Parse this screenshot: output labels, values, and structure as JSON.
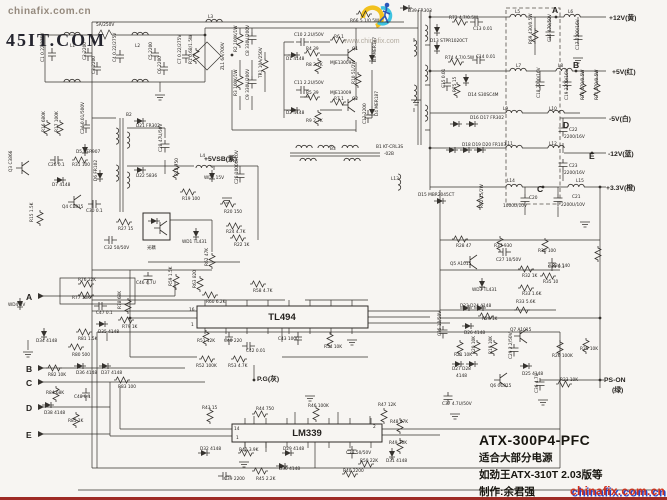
{
  "watermarks": {
    "top_left": "chinafix.com.cn",
    "center": "www.chinafix.com",
    "bottom_right": "chinafix.com.cn"
  },
  "brand": {
    "site": "45IT.COM"
  },
  "title_block": {
    "model": "ATX-300P4-PFC",
    "line1": "适合大部分电源",
    "line2": "如劲王ATX-310T 2.03版等",
    "line3": "制作:余君强"
  },
  "ics": {
    "pwm": "TL494",
    "comparator": "LM339"
  },
  "colors": {
    "ink": "#35322e",
    "bg": "#f7f5f2",
    "brand_red": "#d2321e",
    "brand_blue": "#2a46c8",
    "watermark": "#958a7e",
    "logo_yellow": "#f2c11d",
    "logo_cyan": "#3ec3e0",
    "logo_blue": "#2b57b8"
  },
  "schematic": {
    "rail_labels": [
      [
        "+12V(黄)",
        609,
        20
      ],
      [
        "+5V(红)",
        612,
        74
      ],
      [
        "-5V(白)",
        609,
        121
      ],
      [
        "-12V(蓝)",
        608,
        156
      ],
      [
        "+3.3V(橙)",
        606,
        190
      ],
      [
        "+5VSB(紫)",
        204,
        161
      ],
      [
        "PS-ON",
        604,
        382
      ],
      [
        "(绿)",
        612,
        392
      ],
      [
        "P.G(灰)",
        257,
        381
      ]
    ],
    "point_letters": [
      [
        "A",
        26,
        300
      ],
      [
        "B",
        26,
        372
      ],
      [
        "C",
        26,
        386
      ],
      [
        "D",
        26,
        411
      ],
      [
        "E",
        26,
        438
      ],
      [
        "A",
        552,
        13
      ],
      [
        "B",
        573,
        68
      ],
      [
        "D",
        563,
        128
      ],
      [
        "E",
        589,
        159
      ],
      [
        "C",
        537,
        192
      ]
    ],
    "component_labels": [
      [
        "C1 0.22/275V",
        44,
        62,
        270
      ],
      [
        "L1",
        70,
        47
      ],
      [
        "C2 2200",
        86,
        60,
        270
      ],
      [
        "C3 2200",
        95,
        74,
        270
      ],
      [
        "5A/250V",
        96,
        26
      ],
      [
        "C4 0.22/275V",
        116,
        62,
        270
      ],
      [
        "L2",
        135,
        47
      ],
      [
        "C5 2200",
        152,
        60,
        270
      ],
      [
        "C6 2200",
        161,
        74,
        270
      ],
      [
        "C7 0.22/275V",
        181,
        64,
        270
      ],
      [
        "R1 0.68/1.5W",
        192,
        64,
        270
      ],
      [
        "L3",
        208,
        18
      ],
      [
        "ZL1 6A/700V",
        224,
        70,
        270
      ],
      [
        "R2 100K/1W",
        237,
        52,
        270
      ],
      [
        "C8 330U/200V",
        249,
        56,
        270
      ],
      [
        "TR1 10A/250V",
        262,
        78,
        270
      ],
      [
        "R3 100K/1W",
        237,
        96,
        270
      ],
      [
        "C9 330U/200V",
        249,
        100,
        270
      ],
      [
        "C10 2.2U/50V",
        294,
        36
      ],
      [
        "D1 4148",
        286,
        60
      ],
      [
        "R4 39",
        306,
        50
      ],
      [
        "R6 1",
        334,
        38
      ],
      [
        "R8 2.7K",
        306,
        66
      ],
      [
        "Q1",
        352,
        50
      ],
      [
        "MJE13009",
        330,
        64
      ],
      [
        "D3 MER187",
        376,
        62,
        270
      ],
      [
        "C11 2.2U/50V",
        294,
        84
      ],
      [
        "R5 39",
        306,
        94
      ],
      [
        "D2 4148",
        286,
        114
      ],
      [
        "R7 1",
        334,
        100
      ],
      [
        "R9 2.7K",
        306,
        122
      ],
      [
        "Q2",
        352,
        100
      ],
      [
        "MJE13009",
        330,
        94
      ],
      [
        "D4 MER187",
        378,
        116,
        270
      ],
      [
        "R10 51/2W",
        355,
        84,
        270
      ],
      [
        "C12 2200",
        366,
        124,
        270
      ],
      [
        "B1 KT-CRL3S",
        376,
        148
      ],
      [
        "-02B",
        384,
        155
      ],
      [
        "B3",
        330,
        150
      ],
      [
        "L13",
        391,
        180
      ],
      [
        "D15 MBR2045CT",
        418,
        196
      ],
      [
        "D39 FR303",
        408,
        12
      ],
      [
        "R66 5.1/0.5W",
        350,
        22
      ],
      [
        "R73 4.7/0.5W",
        449,
        19
      ],
      [
        "C13 0.01",
        473,
        30
      ],
      [
        "D13 STPR1020CT",
        430,
        42
      ],
      [
        "R74 4.7/0.5W",
        445,
        59
      ],
      [
        "C14 0.01",
        476,
        58
      ],
      [
        "C15 0.01",
        445,
        88,
        270
      ],
      [
        "R75 15",
        456,
        92,
        270
      ],
      [
        "D14 S30SC4M",
        468,
        96
      ],
      [
        "D16 D17 FR302",
        470,
        119
      ],
      [
        "D18 D19 D20 FR103",
        462,
        146
      ],
      [
        "L5",
        515,
        13
      ],
      [
        "L6",
        568,
        13
      ],
      [
        "R69 430/0.5W",
        532,
        44,
        270
      ],
      [
        "C16 470/50V",
        551,
        42,
        270
      ],
      [
        "C17 2200/16V",
        579,
        50,
        270
      ],
      [
        "L7",
        516,
        67
      ],
      [
        "L8",
        558,
        67
      ],
      [
        "C18 2200/16V",
        540,
        98,
        270
      ],
      [
        "C19 2200/16V",
        568,
        100,
        270
      ],
      [
        "R70 470/0.5W",
        584,
        100,
        270
      ],
      [
        "R71 270/0.5W",
        598,
        100,
        270
      ],
      [
        "L9",
        503,
        110
      ],
      [
        "L10",
        549,
        110
      ],
      [
        "C22",
        569,
        131
      ],
      [
        "2200/16V",
        564,
        138
      ],
      [
        "L11",
        505,
        145
      ],
      [
        "L12",
        549,
        145
      ],
      [
        "C23",
        569,
        167
      ],
      [
        "2200/16V",
        564,
        174
      ],
      [
        "L14",
        507,
        182
      ],
      [
        "L15",
        576,
        182
      ],
      [
        "C20",
        529,
        199
      ],
      [
        "1000U/10V",
        503,
        207
      ],
      [
        "C21",
        572,
        198
      ],
      [
        "2200U/10V",
        561,
        206
      ],
      [
        "R72 15/2W",
        483,
        208,
        270
      ],
      [
        "B2",
        126,
        116
      ],
      [
        "R16 680K",
        45,
        132,
        270
      ],
      [
        "R17 100K",
        58,
        132,
        270
      ],
      [
        "C24 0.01/500V",
        84,
        134,
        270
      ],
      [
        "D5 BER907",
        76,
        153
      ],
      [
        "Q3 C3866",
        12,
        172,
        270
      ],
      [
        "C26 0.1",
        48,
        166
      ],
      [
        "R31 100",
        72,
        166
      ],
      [
        "D6 FR102",
        97,
        181,
        270
      ],
      [
        "D7 4148",
        52,
        186
      ],
      [
        "Q4 C1815",
        62,
        208
      ],
      [
        "R15 1.5K",
        33,
        222,
        270
      ],
      [
        "C30 0.1",
        86,
        212
      ],
      [
        "R27 15",
        118,
        230
      ],
      [
        "光耦",
        147,
        249
      ],
      [
        "C32 50/50V",
        104,
        249
      ],
      [
        "WD1 TL431",
        182,
        243
      ],
      [
        "R24 4.7K",
        226,
        233
      ],
      [
        "R22 1K",
        234,
        246
      ],
      [
        "D21 FR302",
        136,
        127
      ],
      [
        "D22 5836",
        136,
        177
      ],
      [
        "C28 47U/50V",
        162,
        152,
        270
      ],
      [
        "L4",
        200,
        157
      ],
      [
        "WD2 15V",
        204,
        179
      ],
      [
        "C25 1000U/10V",
        238,
        184,
        270
      ],
      [
        "R18 750",
        178,
        176,
        270
      ],
      [
        "R19 100",
        182,
        200
      ],
      [
        "R20 150",
        224,
        213
      ],
      [
        "R62 47K",
        208,
        266,
        270
      ],
      [
        "R63 820",
        196,
        288,
        270
      ],
      [
        "C46 4.7U",
        136,
        284
      ],
      [
        "R59 1.5K",
        172,
        286,
        270
      ],
      [
        "R60 6.2K",
        206,
        303
      ],
      [
        "R58 4.7K",
        253,
        292
      ],
      [
        "C40 220",
        224,
        342
      ],
      [
        "C42 0.01",
        246,
        352
      ],
      [
        "C43 1000",
        278,
        340
      ],
      [
        "R54 10K",
        324,
        348
      ],
      [
        "R51 12K",
        197,
        342
      ],
      [
        "R52 100K",
        196,
        367
      ],
      [
        "R53 4.7K",
        228,
        367
      ],
      [
        "16",
        189,
        311
      ],
      [
        "1",
        191,
        326
      ],
      [
        "R28 47",
        456,
        247
      ],
      [
        "R37 930",
        494,
        247
      ],
      [
        "Q5 A1015",
        450,
        265
      ],
      [
        "C27 10/50V",
        496,
        261
      ],
      [
        "R30 100",
        538,
        252
      ],
      [
        "R32 1K",
        522,
        277
      ],
      [
        "C31 0.1",
        548,
        268
      ],
      [
        "WD3 TL431",
        472,
        291
      ],
      [
        "R33 1.6K",
        522,
        295
      ],
      [
        "R34 140",
        552,
        267
      ],
      [
        "R35 10",
        543,
        283
      ],
      [
        "D23 D24 4148",
        460,
        307
      ],
      [
        "R33 5.6K",
        516,
        303
      ],
      [
        "R29 1K",
        482,
        320
      ],
      [
        "D26 4148",
        464,
        334
      ],
      [
        "C35 10/50V",
        441,
        336,
        270
      ],
      [
        "Q7 A1015",
        510,
        331
      ],
      [
        "R21 10K",
        454,
        356
      ],
      [
        "R20 10K",
        475,
        354,
        270
      ],
      [
        "R19 10K",
        492,
        354,
        270
      ],
      [
        "C29 2.2/50V",
        512,
        359,
        270
      ],
      [
        "R26 100K",
        552,
        357
      ],
      [
        "R25 10K",
        580,
        350
      ],
      [
        "D27 D28",
        452,
        370
      ],
      [
        "4148",
        456,
        377
      ],
      [
        "Q6 C1815",
        490,
        387
      ],
      [
        "D25 4148",
        522,
        375
      ],
      [
        "C36 4.7U",
        538,
        393,
        270
      ],
      [
        "R23 10K",
        560,
        381
      ],
      [
        "C37 4.7U/50V",
        442,
        405
      ],
      [
        "R76 22K",
        78,
        281
      ],
      [
        "R77 10K",
        72,
        299
      ],
      [
        "C47 0.1",
        96,
        314
      ],
      [
        "WD4 3V",
        8,
        306
      ],
      [
        "R78 68K",
        121,
        309,
        270
      ],
      [
        "D35 4148",
        98,
        333
      ],
      [
        "R79 1K",
        122,
        328
      ],
      [
        "D34 4148",
        36,
        342
      ],
      [
        "R81 1.5K",
        78,
        340
      ],
      [
        "R80 500",
        72,
        356
      ],
      [
        "R82 10K",
        48,
        376
      ],
      [
        "D36 4148",
        76,
        374
      ],
      [
        "D37 4148",
        101,
        374
      ],
      [
        "R83 100",
        118,
        388
      ],
      [
        "R84 68K",
        46,
        394
      ],
      [
        "C48 0.1",
        74,
        398
      ],
      [
        "D38 4148",
        44,
        414
      ],
      [
        "R85 1K",
        68,
        422
      ],
      [
        "R43 15",
        202,
        409
      ],
      [
        "R44 750",
        256,
        410
      ],
      [
        "R46 100K",
        308,
        407
      ],
      [
        "R47 12K",
        378,
        406
      ],
      [
        "R48 47K",
        390,
        423
      ],
      [
        "R49 10K",
        389,
        444
      ],
      [
        "14",
        234,
        430
      ],
      [
        "1",
        236,
        439
      ],
      [
        "2",
        373,
        428
      ],
      [
        "D32 4148",
        200,
        450
      ],
      [
        "R42 3.9K",
        239,
        451
      ],
      [
        "D29 4148",
        283,
        450
      ],
      [
        "D30 4148",
        279,
        470
      ],
      [
        "R45 2.2K",
        256,
        480
      ],
      [
        "C39 2200",
        224,
        480
      ],
      [
        "C38 50/50V",
        346,
        454
      ],
      [
        "R50 22K",
        360,
        462
      ],
      [
        "R40 2200",
        343,
        472
      ],
      [
        "D31 4148",
        386,
        462
      ]
    ]
  }
}
